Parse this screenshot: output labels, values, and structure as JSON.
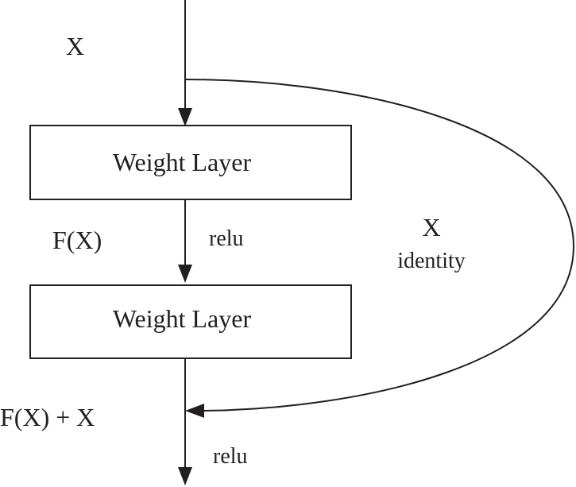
{
  "diagram": {
    "input_label": "X",
    "layer1_label": "Weight Layer",
    "fx_label": "F(X)",
    "relu_mid_label": "relu",
    "layer2_label": "Weight Layer",
    "skip_label_x": "X",
    "skip_label_identity": "identity",
    "sum_label": "F(X) + X",
    "relu_out_label": "relu"
  },
  "colors": {
    "ink": "#231f20",
    "background": "#ffffff"
  }
}
